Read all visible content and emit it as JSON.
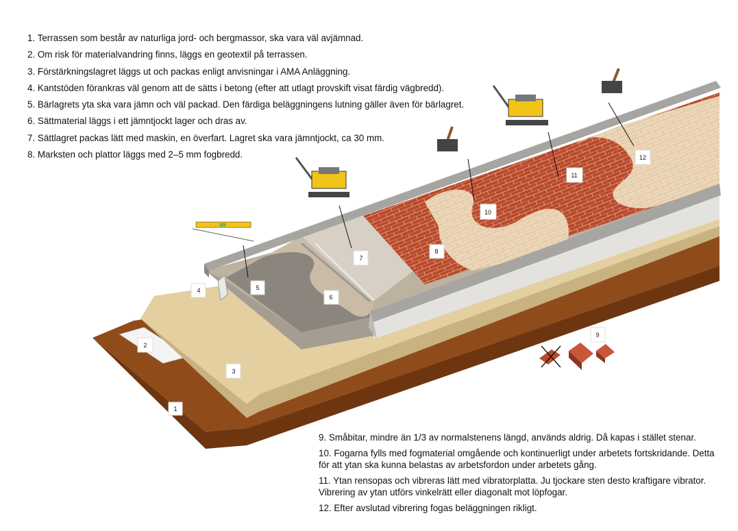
{
  "notes_top": [
    "1. Terrassen som består av naturliga jord- och bergmassor, ska vara väl avjämnad.",
    "2. Om risk för materialvandring finns, läggs en geotextil på terrassen.",
    "3. Förstärkningslagret läggs ut och packas enligt anvisningar i AMA Anläggning.",
    "4. Kantstöden förankras väl genom att de sätts i betong (efter att utlagt provskift visat färdig vägbredd).",
    "5. Bärlagrets yta ska vara jämn och väl packad. Den färdiga beläggningens lutning gäller även för bärlagret.",
    "6. Sättmaterial läggs i ett jämntjockt lager och dras av.",
    "7. Sättlagret packas lätt med maskin, en överfart. Lagret ska vara jämntjockt, ca 30 mm.",
    "8. Marksten och plattor läggs med 2–5 mm fogbredd."
  ],
  "notes_bottom": [
    "9. Småbitar, mindre än 1/3 av normalstenens längd, används aldrig. Då kapas i stället stenar.",
    "10. Fogarna fylls med fogmaterial omgående och kontinuerligt under arbetets fortskridande. Detta för att ytan ska kunna belastas av arbetsfordon under arbetets gång.",
    "11. Ytan rensopas och vibreras lätt med vibratorplatta. Ju tjockare sten desto kraftigare vibrator. Vibrering av ytan utförs vinkelrätt eller diagonalt mot löpfogar.",
    "12. Efter avslutad vibrering fogas beläggningen rikligt."
  ],
  "labels": {
    "n1": "1",
    "n2": "2",
    "n3": "3",
    "n4": "4",
    "n5": "5",
    "n6": "6",
    "n7": "7",
    "n8": "8",
    "n9": "9",
    "n10": "10",
    "n11": "11",
    "n12": "12"
  },
  "colors": {
    "terrace": "#8f4c1a",
    "terrace_dark": "#6e3610",
    "reinforcement": "#e3cfa0",
    "reinforcement_side": "#c9b282",
    "base": "#8c857e",
    "bedding": "#c9bba6",
    "bedding_packed": "#d8d0c4",
    "pavers_red": "#b94a2c",
    "pavers_sand": "#e8cfae",
    "kerb": "#a7a5a2",
    "geotextile": "#f4f4f4",
    "machine": "#f2c418"
  },
  "icons": [
    "spirit-level-icon",
    "plate-compactor-icon",
    "broom-icon",
    "cut-brick-icon",
    "brick-icon"
  ]
}
